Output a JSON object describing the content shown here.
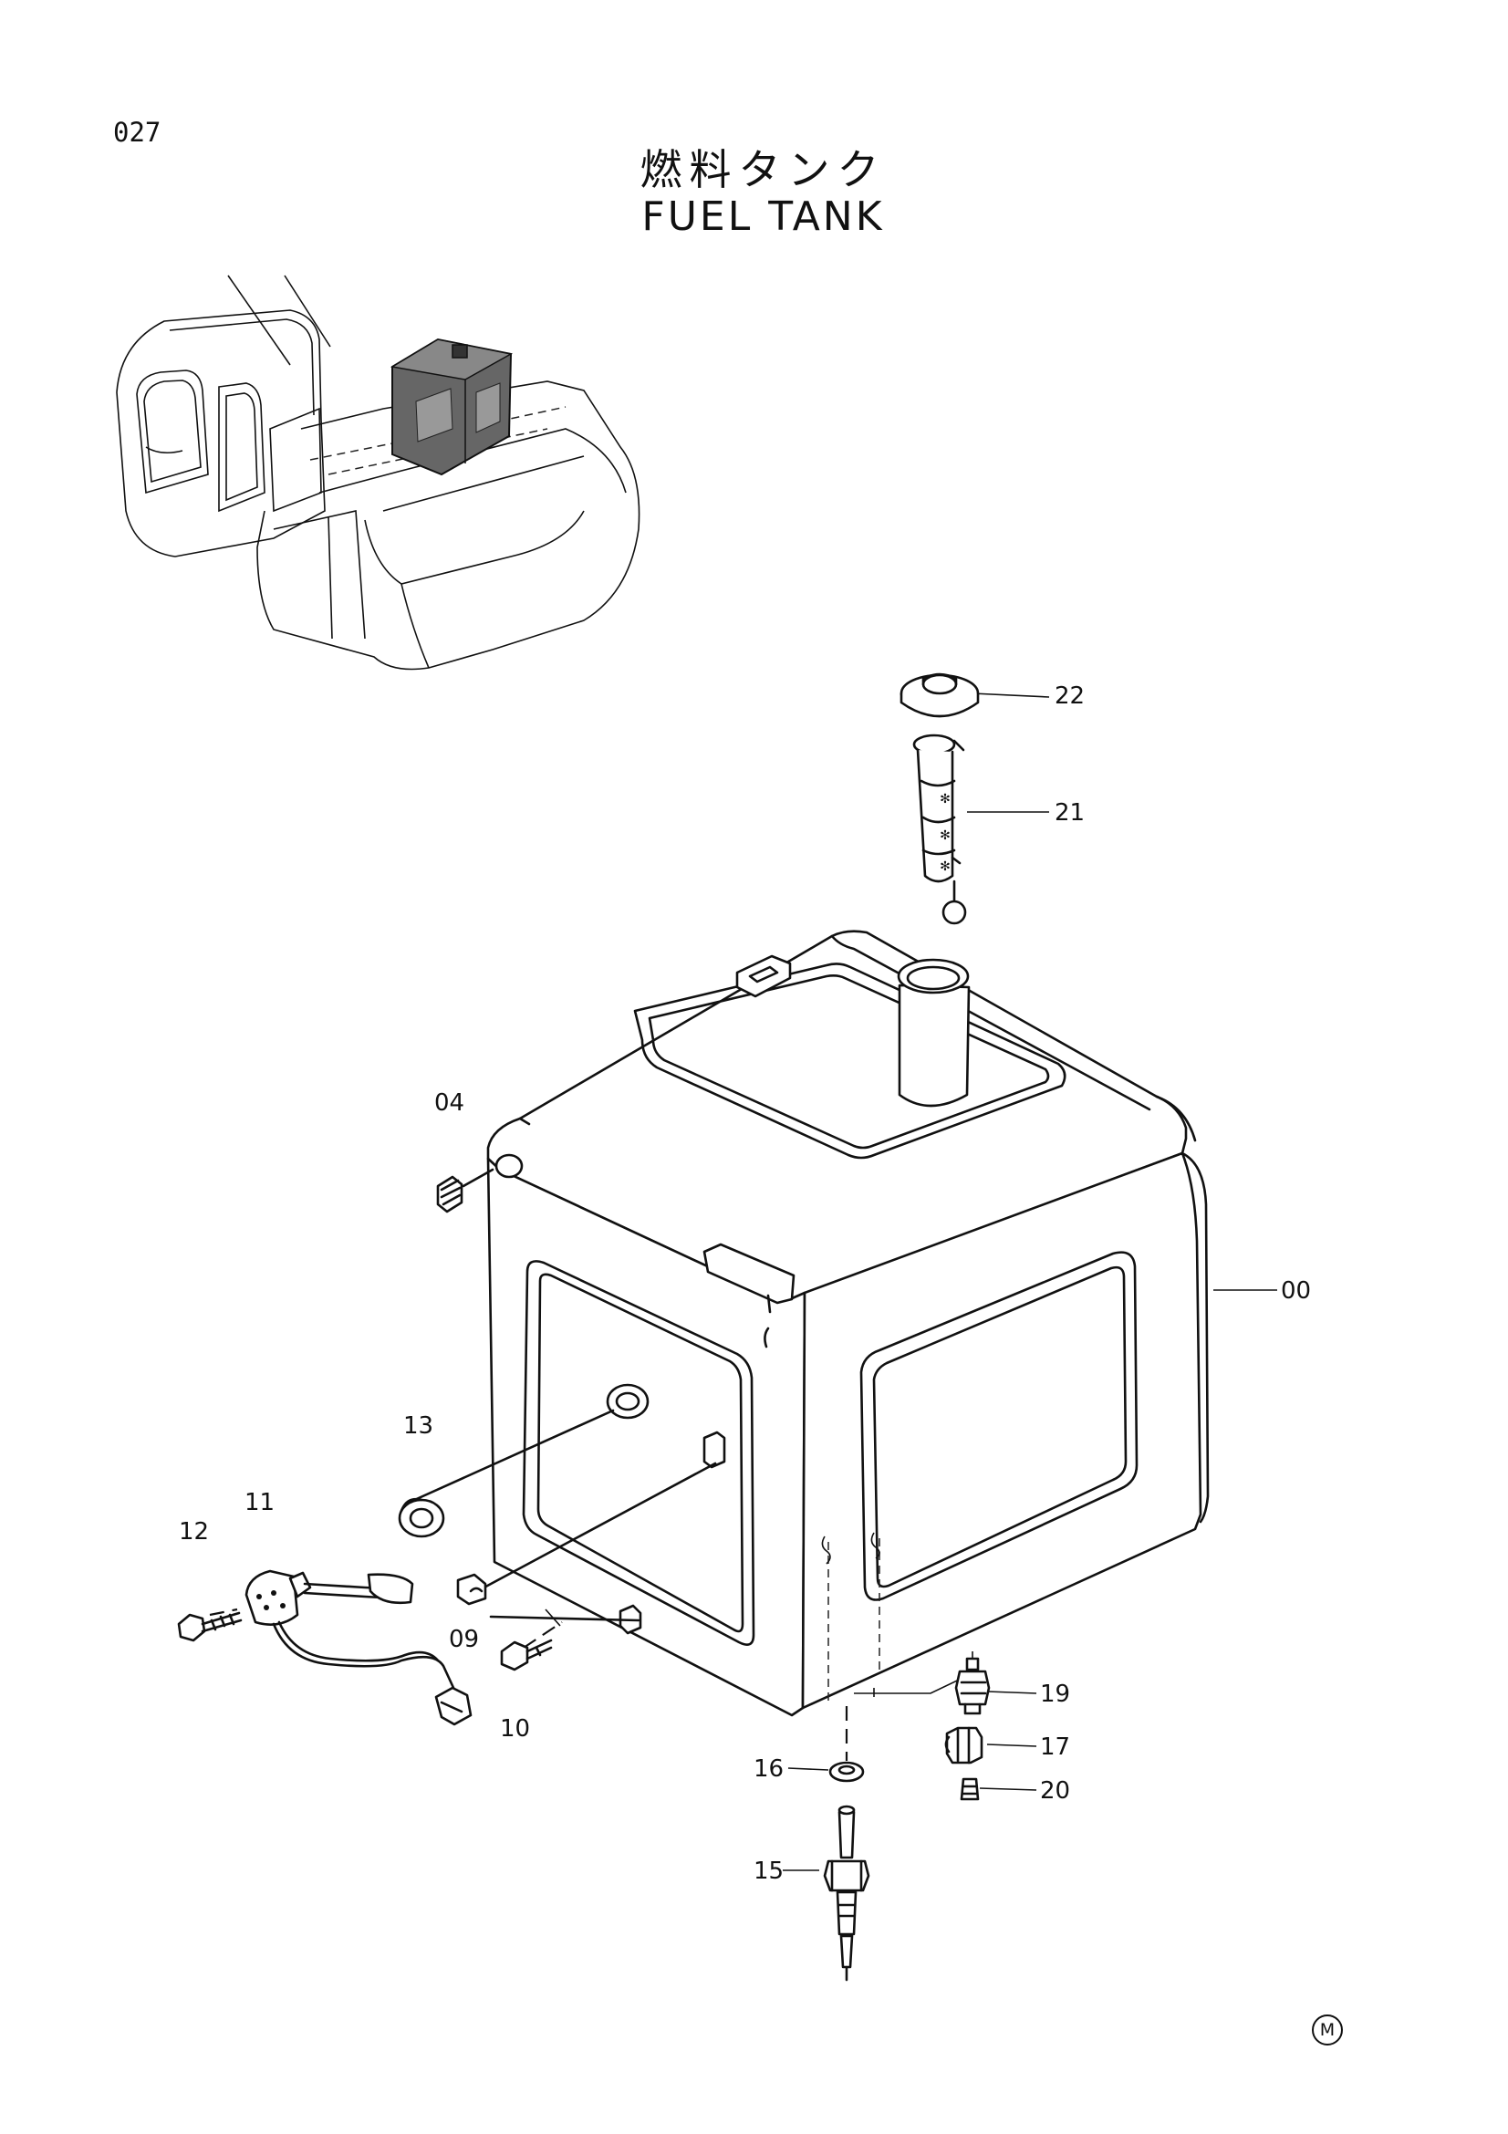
{
  "page_number": "027",
  "title_ja": "燃料タンク",
  "title_en": "FUEL TANK",
  "mark": "M",
  "callouts": [
    {
      "id": "00",
      "label": "00"
    },
    {
      "id": "04",
      "label": "04"
    },
    {
      "id": "09",
      "label": "09"
    },
    {
      "id": "10",
      "label": "10"
    },
    {
      "id": "11",
      "label": "11"
    },
    {
      "id": "12",
      "label": "12"
    },
    {
      "id": "13",
      "label": "13"
    },
    {
      "id": "15",
      "label": "15"
    },
    {
      "id": "16",
      "label": "16"
    },
    {
      "id": "17",
      "label": "17"
    },
    {
      "id": "19",
      "label": "19"
    },
    {
      "id": "20",
      "label": "20"
    },
    {
      "id": "21",
      "label": "21"
    },
    {
      "id": "22",
      "label": "22"
    }
  ],
  "icons": [
    "excavator-location-view",
    "fuel-tank",
    "fuel-cap",
    "fuel-strainer",
    "fuel-level-sensor",
    "drain-valve",
    "drain-plug",
    "bolt",
    "washer",
    "clamp"
  ]
}
